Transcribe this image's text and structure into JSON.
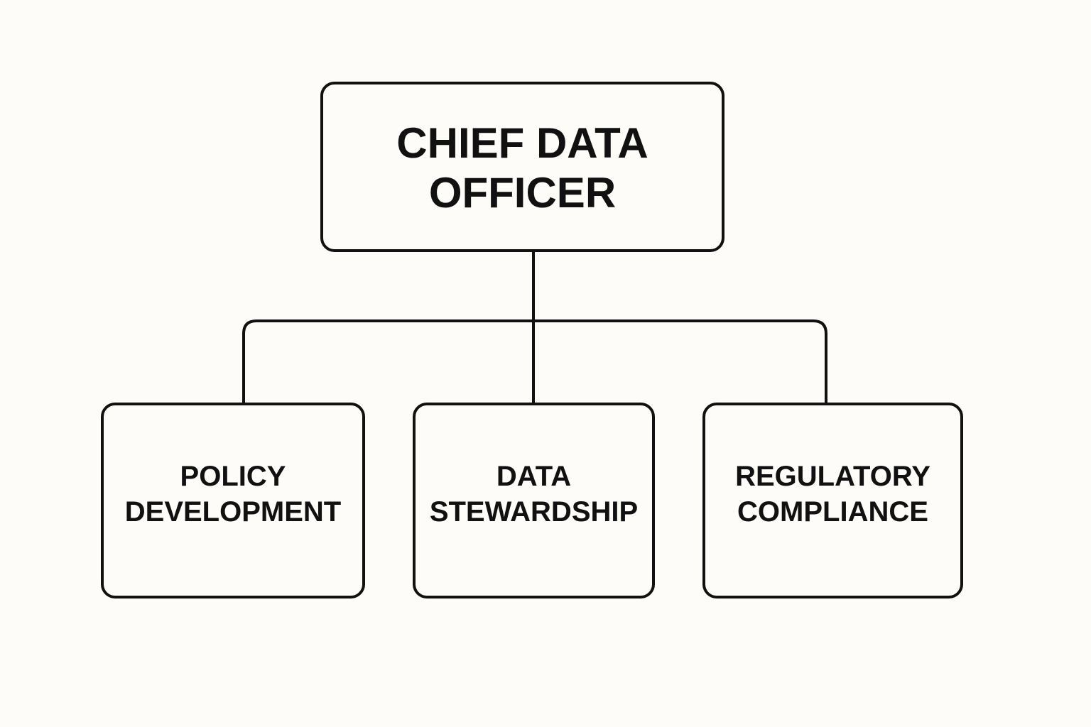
{
  "diagram": {
    "colors": {
      "background": "#fdfcf8",
      "stroke": "#111111",
      "text": "#111111"
    },
    "root": {
      "lines": [
        "CHIEF DATA",
        "OFFICER"
      ]
    },
    "children": [
      {
        "lines": [
          "POLICY",
          "DEVELOPMENT"
        ]
      },
      {
        "lines": [
          "DATA",
          "STEWARDSHIP"
        ]
      },
      {
        "lines": [
          "REGULATORY",
          "COMPLIANCE"
        ]
      }
    ]
  }
}
